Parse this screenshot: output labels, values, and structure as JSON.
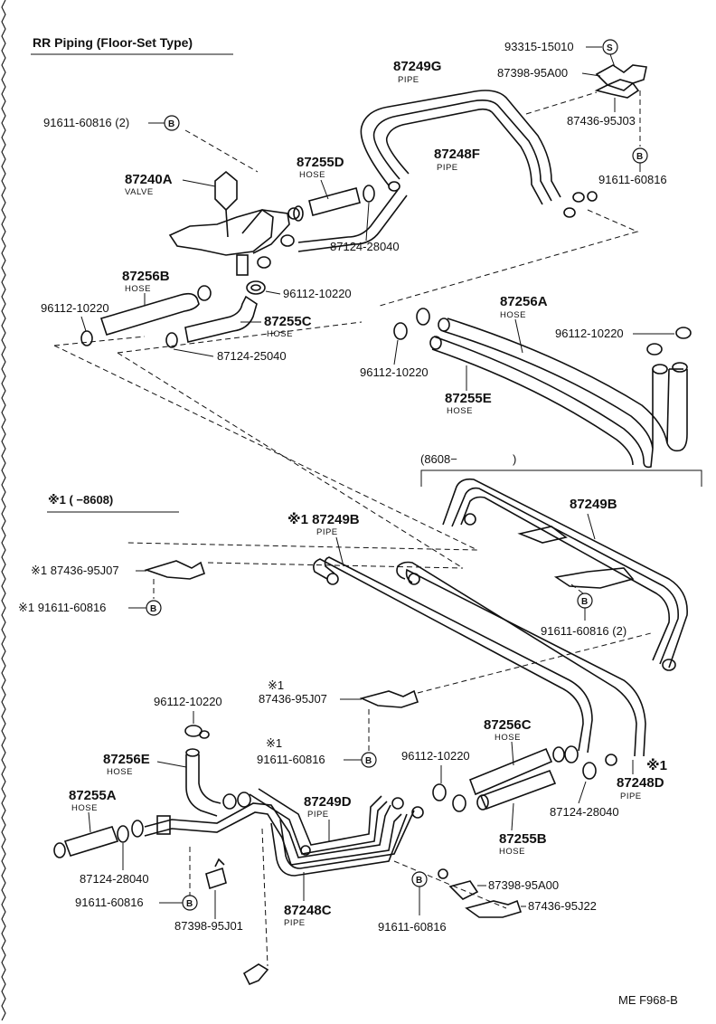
{
  "title": "RR Piping (Floor-Set Type)",
  "footer_code": "ME  F968-B",
  "section_early": "※1 (        −8608)",
  "section_late_open": "(8608−",
  "section_late_close": ")",
  "labels": {
    "p87249G": "87249G",
    "s87249G": "PIPE",
    "p87248F": "87248F",
    "s87248F": "PIPE",
    "p93315": "93315-15010",
    "p87398_a": "87398-95A00",
    "p87436_j03": "87436-95J03",
    "p91611_r": "91611-60816",
    "p91611_2": "91611-60816 (2)",
    "p87240A": "87240A",
    "s87240A": "VALVE",
    "p87255D": "87255D",
    "s87255D": "HOSE",
    "p87124_u": "87124-28040",
    "p87256B": "87256B",
    "s87256B": "HOSE",
    "p96112_a": "96112-10220",
    "p96112_b": "96112-10220",
    "p87255C": "87255C",
    "s87255C": "HOSE",
    "p87124_25": "87124-25040",
    "p87256A": "87256A",
    "s87256A": "HOSE",
    "p96112_c": "96112-10220",
    "p96112_d": "96112-10220",
    "p87255E_u": "87255E",
    "s87255E_u": "HOSE",
    "p87249B_r": "87249B",
    "p91611_2b": "91611-60816 (2)",
    "p87249B_l": "※1 87249B",
    "s87249B_l": "PIPE",
    "p87436_j07_a": "※1 87436-95J07",
    "p91611_x1": "※1 91611-60816",
    "p96112_e": "96112-10220",
    "p87436_j07_b_mark": "※1",
    "p87436_j07_b": "87436-95J07",
    "p91611_x2_mark": "※1",
    "p91611_x2": "91611-60816",
    "p87256C": "87256C",
    "s87256C": "HOSE",
    "p96112_f": "96112-10220",
    "p87248D_mark": "※1",
    "p87248D": "87248D",
    "s87248D": "PIPE",
    "p87124_low_r": "87124-28040",
    "p87256E": "87256E",
    "s87256E": "HOSE",
    "p87255A": "87255A",
    "s87255A": "HOSE",
    "p87249D": "87249D",
    "s87249D": "PIPE",
    "p87255B": "87255B",
    "s87255B": "HOSE",
    "p87124_low_l": "87124-28040",
    "p91611_low_l": "91611-60816",
    "p87398_j01": "87398-95J01",
    "p87248C": "87248C",
    "s87248C": "PIPE",
    "p91611_low_m": "91611-60816",
    "p87398_low": "87398-95A00",
    "p87436_j22": "87436-95J22"
  },
  "badges": {
    "B": "B",
    "S": "S"
  }
}
